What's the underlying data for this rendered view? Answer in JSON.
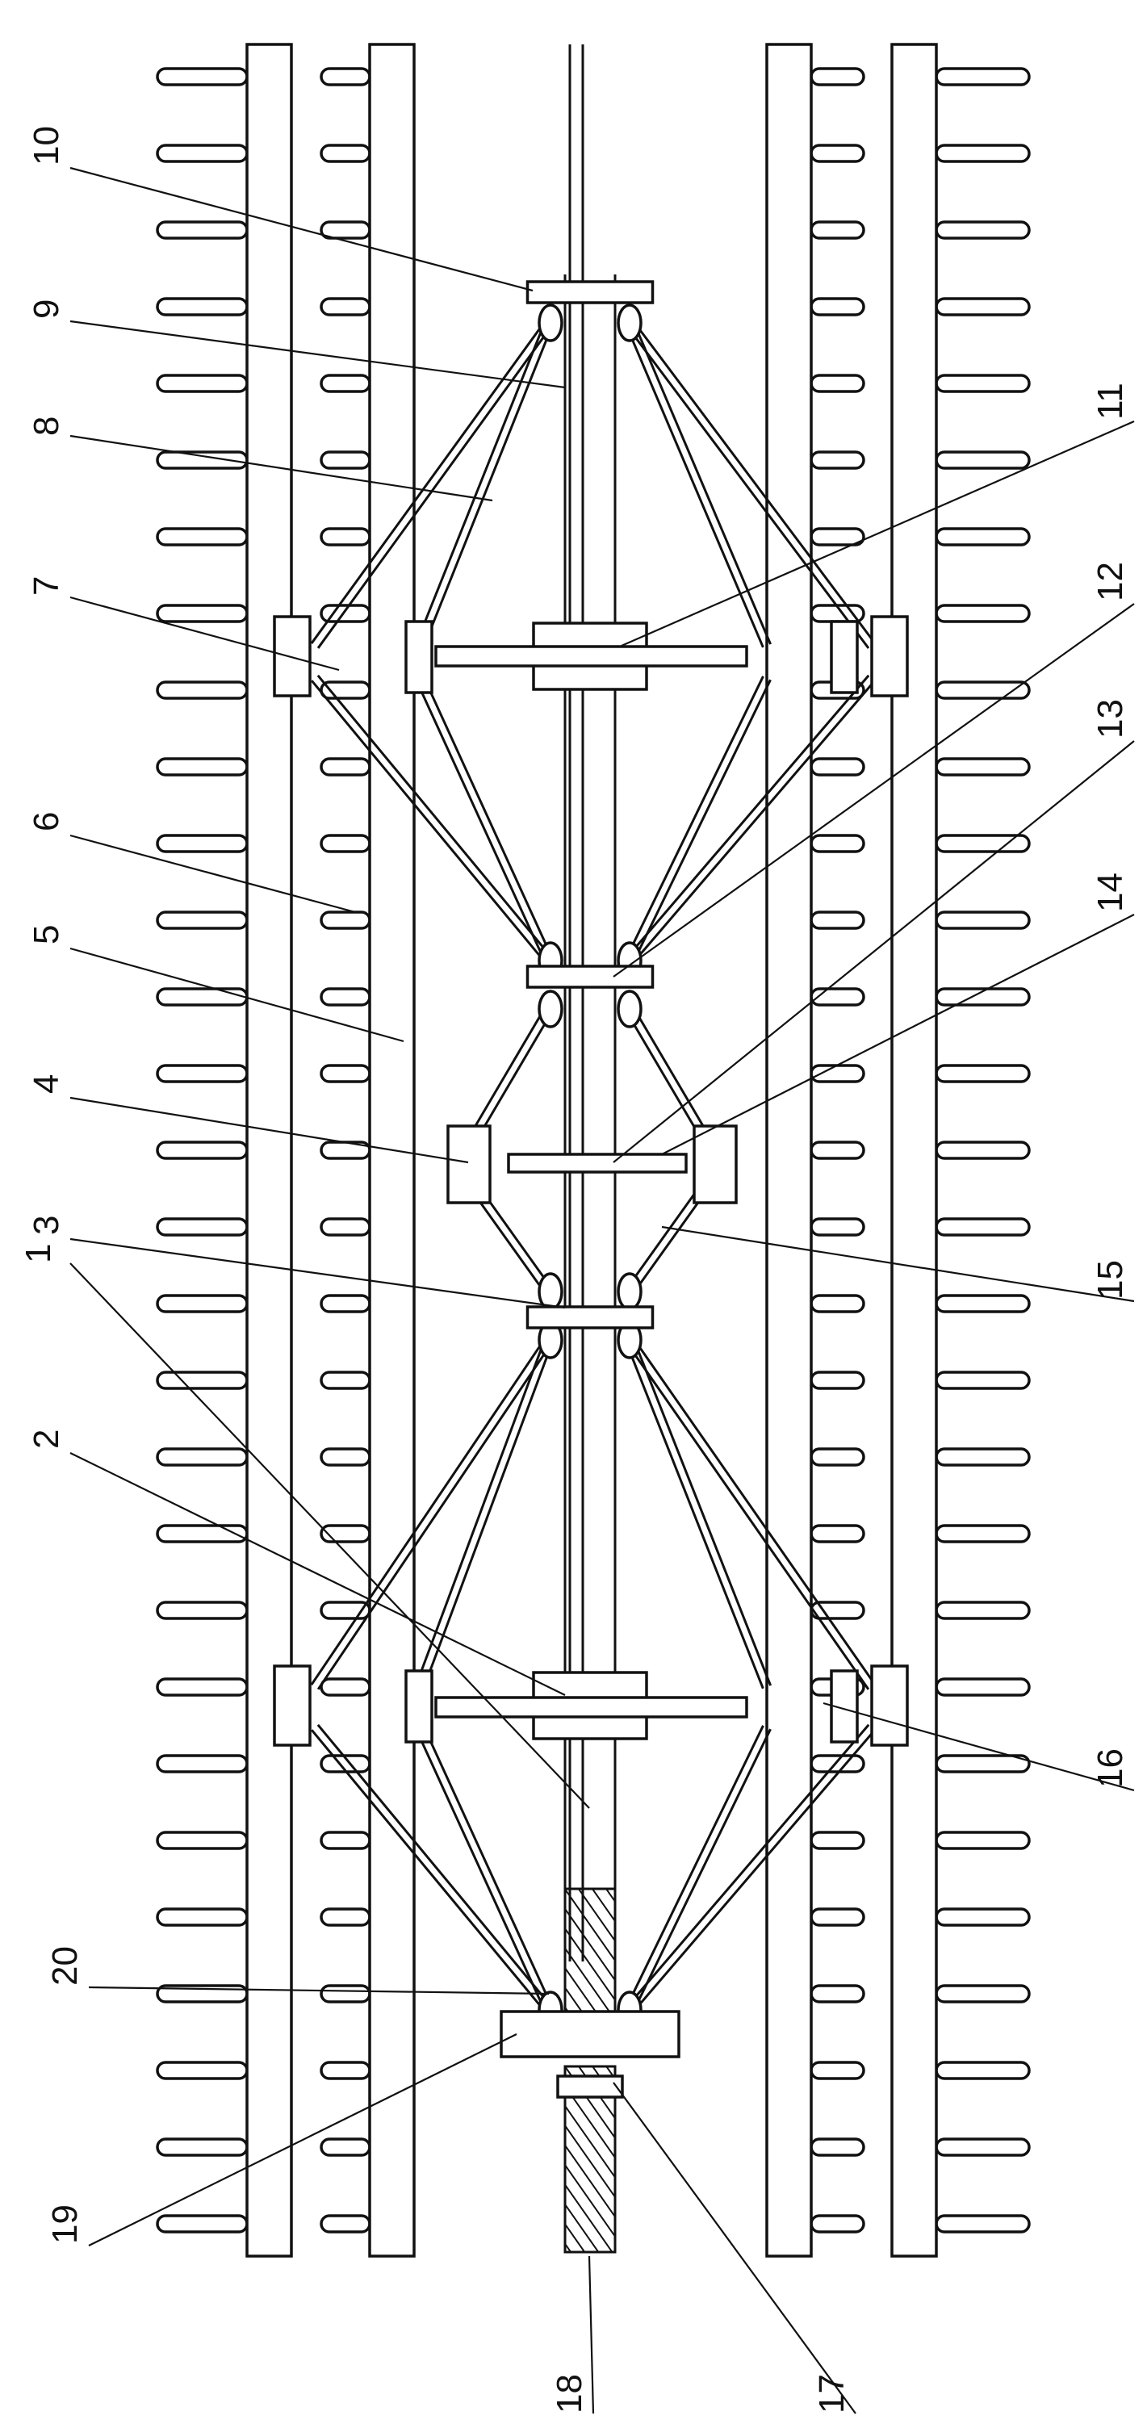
{
  "figure": {
    "callouts": [
      "1",
      "2",
      "3",
      "4",
      "5",
      "6",
      "7",
      "8",
      "9",
      "10",
      "11",
      "12",
      "13",
      "14",
      "15",
      "16",
      "17",
      "18",
      "19",
      "20"
    ]
  }
}
